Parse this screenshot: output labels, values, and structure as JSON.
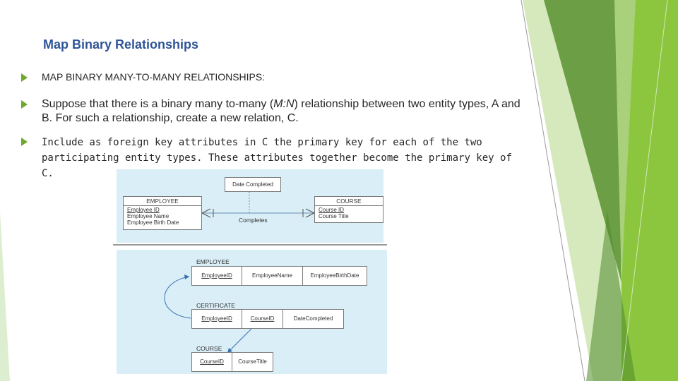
{
  "slide": {
    "title": "Map Binary Relationships",
    "bullets": [
      "MAP BINARY MANY-TO-MANY RELATIONSHIPS:",
      "Suppose that there is a binary many to-many (M:N) relationship between two entity types, A and B. For such a relationship, create a new relation, C.",
      "Include as foreign key attributes in C the primary key for each of the two participating entity types. These attributes together become the primary key of C."
    ],
    "bullet2": {
      "before": "Suppose that there is a binary many to-many (",
      "italic": "M:N",
      "after": ") relationship between two entity types, A and B. For such a relationship, create a new relation, C."
    }
  },
  "er_diagram": {
    "relationship_attribute": "Date Completed",
    "relationship_name": "Completes",
    "employee": {
      "name": "EMPLOYEE",
      "attributes": [
        "Employee ID",
        "Employee Name",
        "Employee Birth Date"
      ]
    },
    "course": {
      "name": "COURSE",
      "attributes": [
        "Course ID",
        "Course Title"
      ]
    }
  },
  "relations": {
    "employee": {
      "name": "EMPLOYEE",
      "columns": [
        "EmployeeID",
        "EmployeeName",
        "EmployeeBirthDate"
      ]
    },
    "certificate": {
      "name": "CERTIFICATE",
      "columns": [
        "EmployeeID",
        "CourseID",
        "DateCompleted"
      ]
    },
    "course": {
      "name": "COURSE",
      "columns": [
        "CourseID",
        "CourseTitle"
      ]
    }
  },
  "colors": {
    "title": "#2F5597",
    "bullet_marker": "#6EA82C",
    "deco_dark": "#4E8A2A",
    "deco_light": "#C5E0A5",
    "panel": "#D9EEF7"
  }
}
